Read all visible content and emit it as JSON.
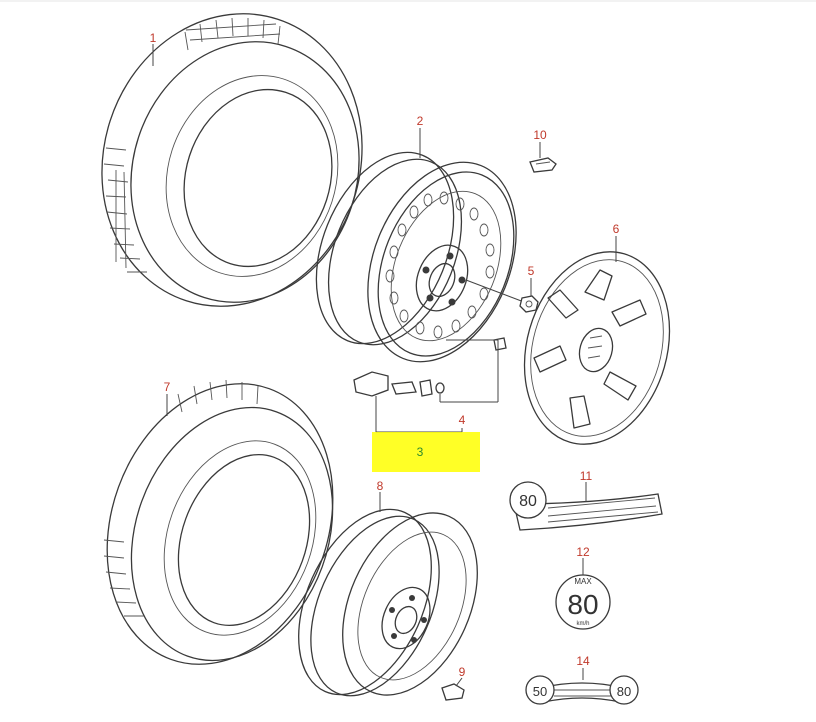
{
  "callouts": {
    "p1": "1",
    "p2": "2",
    "p3": "3",
    "p4": "4",
    "p5": "5",
    "p6": "6",
    "p7": "7",
    "p8": "8",
    "p9": "9",
    "p10": "10",
    "p11": "11",
    "p12": "12",
    "p14": "14"
  },
  "labels": {
    "speed_80": "80",
    "speed_50": "50",
    "max": "MAX",
    "unit": "km/h"
  },
  "colors": {
    "callout": "#c0392b",
    "highlight": "#ffff00",
    "highlight_callout": "#2e8b2e"
  }
}
